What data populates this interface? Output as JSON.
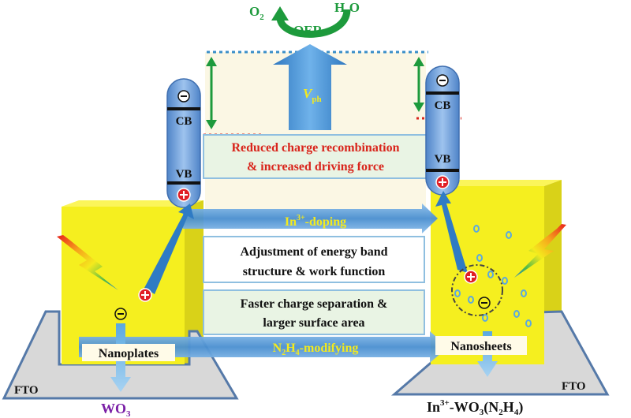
{
  "oer": {
    "o2": "O",
    "o2_sub": "2",
    "h2o_h": "H",
    "h2o_sub": "2",
    "h2o_o": "O",
    "label": "OER"
  },
  "vph": {
    "v": "V",
    "sub": "ph"
  },
  "bands": {
    "cb": "CB",
    "vb": "VB",
    "electron_symbol": "⊖",
    "hole_symbol": "⊕"
  },
  "boxes": {
    "reduced_line1": "Reduced charge recombination",
    "reduced_line2": "& increased driving force",
    "adjust_line1": "Adjustment of energy band",
    "adjust_line2": "structure & work function",
    "faster_line1": "Faster charge separation &",
    "faster_line2": "larger surface area"
  },
  "arrows": {
    "in_doping_main": "In",
    "in_doping_sup": "3+",
    "in_doping_rest": "-doping",
    "n2h4_n": "N",
    "n2h4_sub1": "2",
    "n2h4_h": "H",
    "n2h4_sub2": "4",
    "n2h4_rest": "-modifying"
  },
  "left": {
    "morphology": "Nanoplates",
    "substrate": "FTO",
    "material_main": "WO",
    "material_sub": "3"
  },
  "right": {
    "morphology": "Nanosheets",
    "substrate": "FTO",
    "material_a": "In",
    "material_sup": "3+",
    "material_b": "-WO",
    "material_sub1": "3",
    "material_c": "(N",
    "material_sub2": "2",
    "material_d": "H",
    "material_sub3": "4",
    "material_e": ")"
  },
  "colors": {
    "yellow": "#f5ef1f",
    "blue_arrow": "#3c86c8",
    "green": "#1d9a3c",
    "red_text": "#d9251c",
    "purple": "#7a1fa6",
    "box_fill": "#e9f4e4",
    "band_fill": "#6f9bd6"
  }
}
